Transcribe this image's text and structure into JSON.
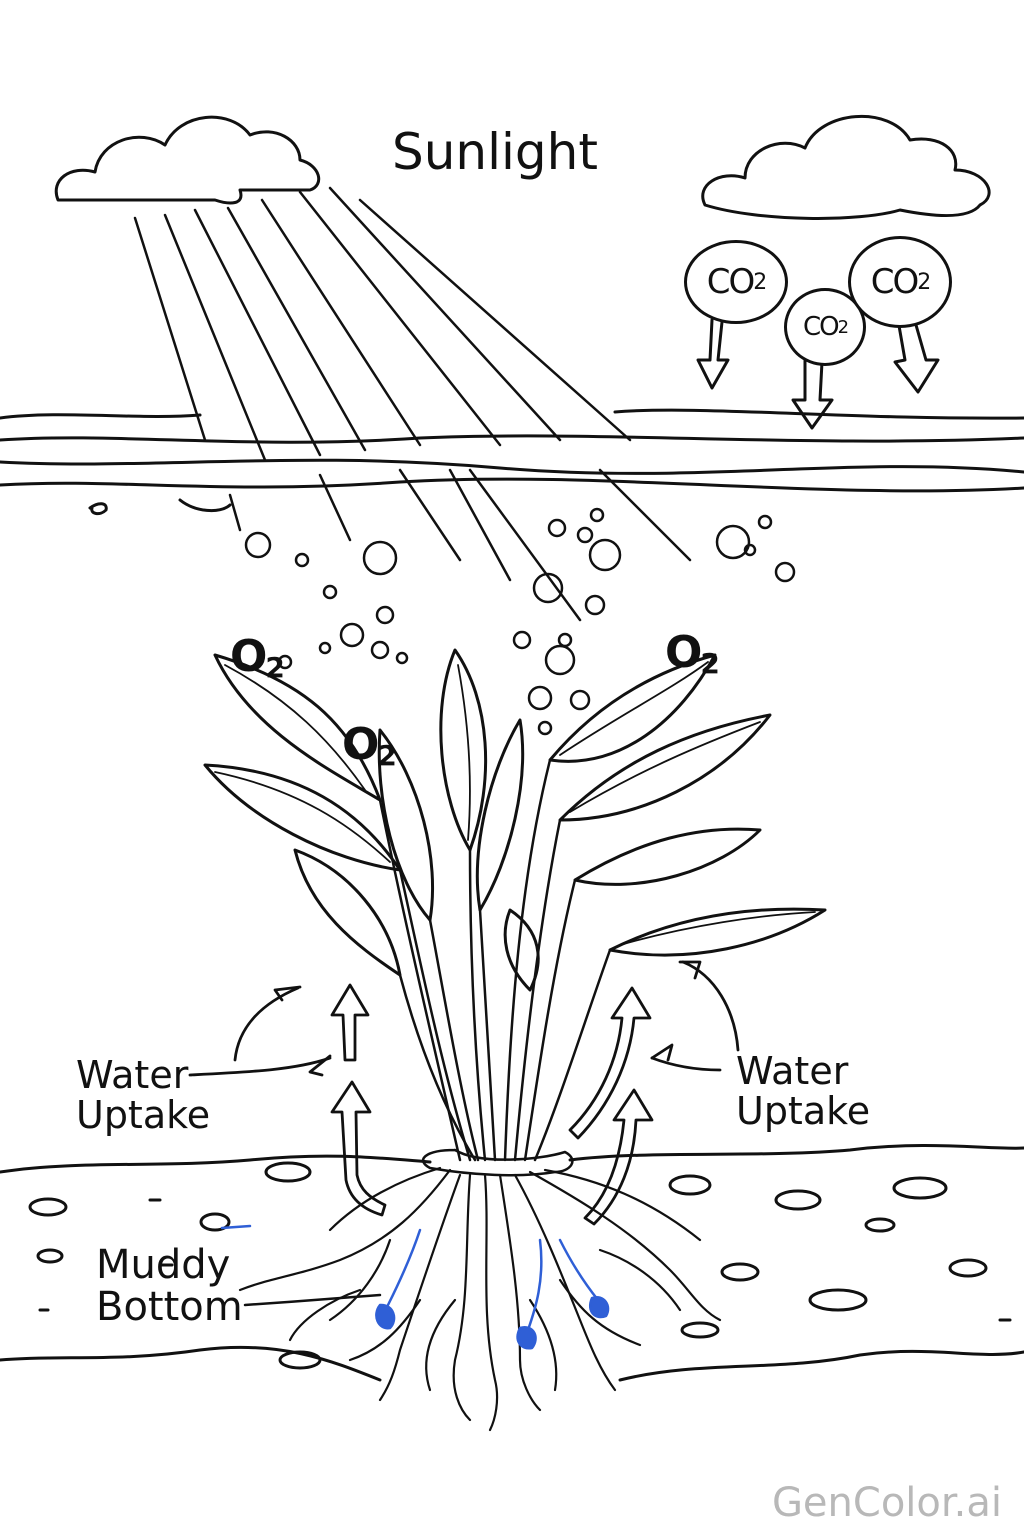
{
  "title": "Sunlight",
  "gases": {
    "co2_label": "CO",
    "o2_label": "O",
    "subscript": "2"
  },
  "labels": {
    "water_uptake_left": "Water\nUptake",
    "water_uptake_right": "Water\nUptake",
    "muddy_bottom": "Muddy\nBottom"
  },
  "brand": "GenColor.ai",
  "colors": {
    "ink": "#111111",
    "root_tip": "#2f5fd6",
    "watermark": "#b8b8b8"
  }
}
